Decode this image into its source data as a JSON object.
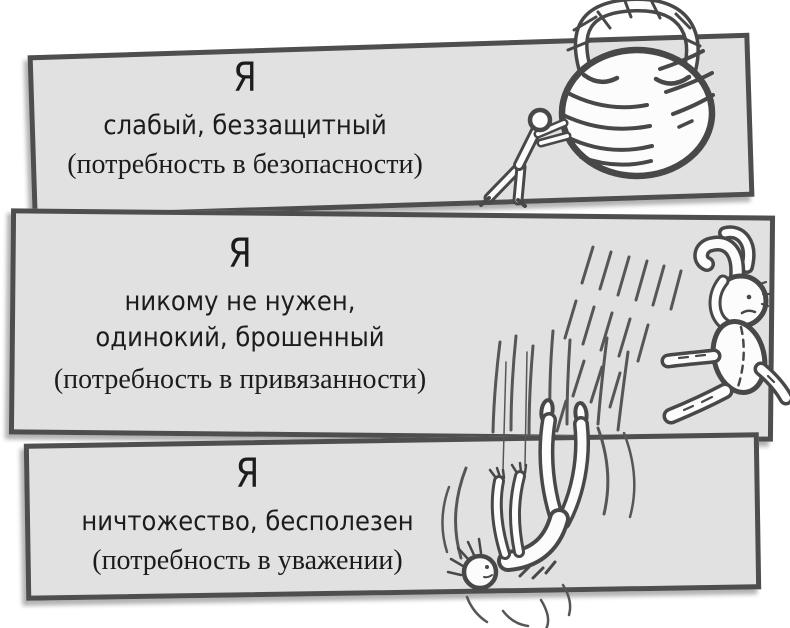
{
  "colors": {
    "background": "#ffffff",
    "panel_fill": "#e1e1e1",
    "panel_border": "#4e4e4e",
    "illustration_ink": "#484848",
    "text_ink": "#1c1c1c"
  },
  "panels": [
    {
      "id": "safety",
      "pronoun": "Я",
      "lines": [
        "слабый, беззащитный"
      ],
      "need": "(потребность в безопасности)",
      "illustration": "person-pushing-giant-kettlebell"
    },
    {
      "id": "attachment",
      "pronoun": "Я",
      "lines": [
        "никому не нужен,",
        "одинокий, брошенный"
      ],
      "need": "(потребность в привязанности)",
      "illustration": "thrown-plush-bunny-with-speed-lines"
    },
    {
      "id": "esteem",
      "pronoun": "Я",
      "lines": [
        "ничтожество, бесполезен"
      ],
      "need": "(потребность в уважении)",
      "illustration": "person-falling-headfirst"
    }
  ]
}
